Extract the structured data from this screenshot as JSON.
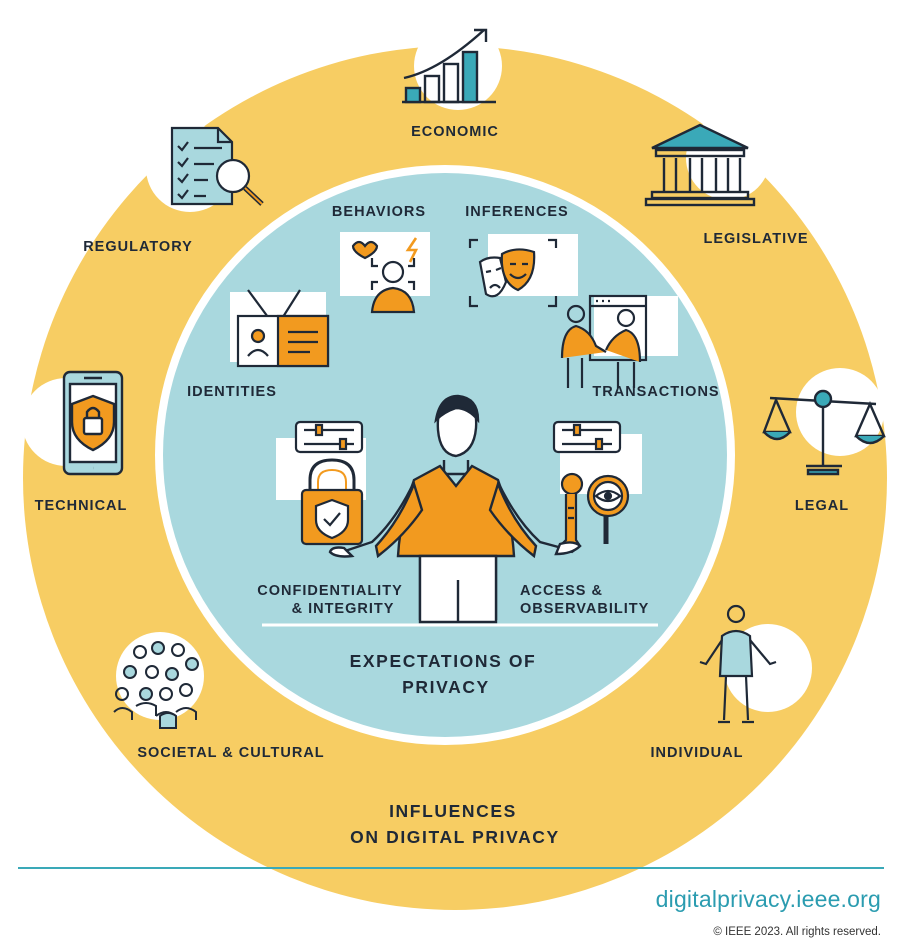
{
  "outer_ring": {
    "title_line1": "INFLUENCES",
    "title_line2": "ON DIGITAL PRIVACY",
    "items": {
      "economic": "ECONOMIC",
      "legislative": "LEGISLATIVE",
      "legal": "LEGAL",
      "individual": "INDIVIDUAL",
      "societal": "SOCIETAL & CULTURAL",
      "technical": "TECHNICAL",
      "regulatory": "REGULATORY"
    }
  },
  "inner_circle": {
    "title_line1": "EXPECTATIONS OF",
    "title_line2": "PRIVACY",
    "items": {
      "behaviors": "BEHAVIORS",
      "inferences": "INFERENCES",
      "identities": "IDENTITIES",
      "transactions": "TRANSACTIONS",
      "confidentiality_line1": "CONFIDENTIALITY",
      "confidentiality_line2": "& INTEGRITY",
      "access_line1": "ACCESS &",
      "access_line2": "OBSERVABILITY"
    }
  },
  "footer": {
    "website": "digitalprivacy.ieee.org",
    "copyright": "© IEEE 2023. All rights reserved."
  },
  "colors": {
    "outer_ring": "#f7cd63",
    "inner_circle": "#a9d8de",
    "accent_orange": "#f29a1f",
    "teal": "#3aa9b8",
    "outline": "#1f2937"
  }
}
